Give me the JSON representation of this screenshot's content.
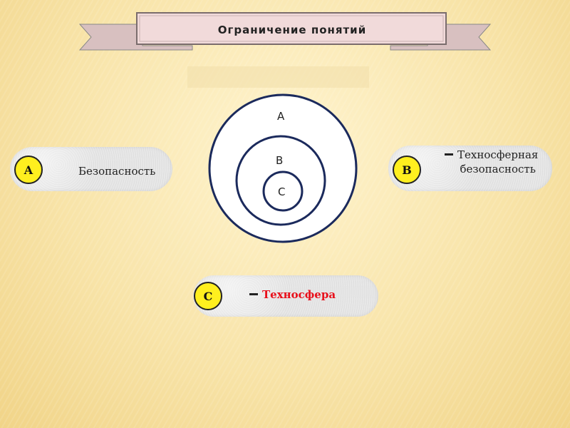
{
  "banner": {
    "title": "Ограничение понятий"
  },
  "diagram": {
    "outer_label": "A",
    "middle_label": "B",
    "inner_label": "C"
  },
  "items": [
    {
      "badge": "A",
      "text": "Безопасность"
    },
    {
      "badge": "B",
      "text_line1": "Техносферная",
      "text_line2": "безопасность"
    },
    {
      "badge": "C",
      "text": "Техносфера"
    }
  ],
  "colors": {
    "badge_fill": "#ffef1f",
    "highlight_text": "#e8101b",
    "banner_fill": "#f1dada"
  }
}
